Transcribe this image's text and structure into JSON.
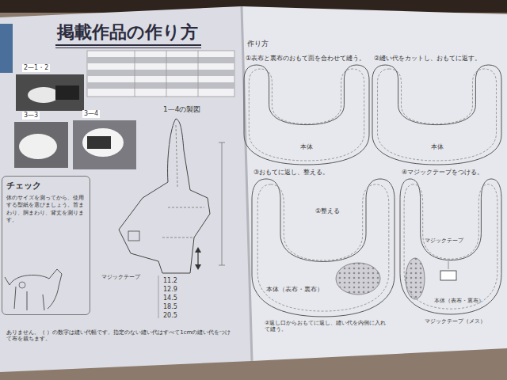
{
  "diagram": {
    "title": "掲載作品の作り方",
    "nodes": [
      {
        "text": [
          "①表布と裏布のおもて面を合わせて縫う。",
          "本体"
        ]
      },
      {
        "text": [
          "②縫い代をカットし、おもてに返す。",
          "本体"
        ]
      },
      {
        "text": [
          "③おもてに返し、整える。",
          "本体（表布・裏布）"
        ]
      },
      {
        "text": [
          "④マジックテープをつける。",
          "本体（表布・裏布）"
        ]
      },
      {
        "text": [
          "チェック",
          "体のサイズを測ってから、使用する型紙を選びましょう。首まわり、胴まわり、背丈を測ります。"
        ]
      }
    ],
    "labels": [
      "作り方",
      "2—1・2",
      "3—3",
      "3—4",
      "1—4の製図",
      "11.2",
      "12.9",
      "14.5",
      "18.5",
      "20.5",
      "①整える",
      "②返し口からおもてに返し、縫い代を内側に入れて縫う。",
      "マジックテープ",
      "マジックテープ",
      "マジックテープ（メス）",
      "ありません。（ ）の数字は縫い代幅です。指定のない縫い代はすべて1cmの縫い代をつけて布を裁ちます。"
    ]
  }
}
